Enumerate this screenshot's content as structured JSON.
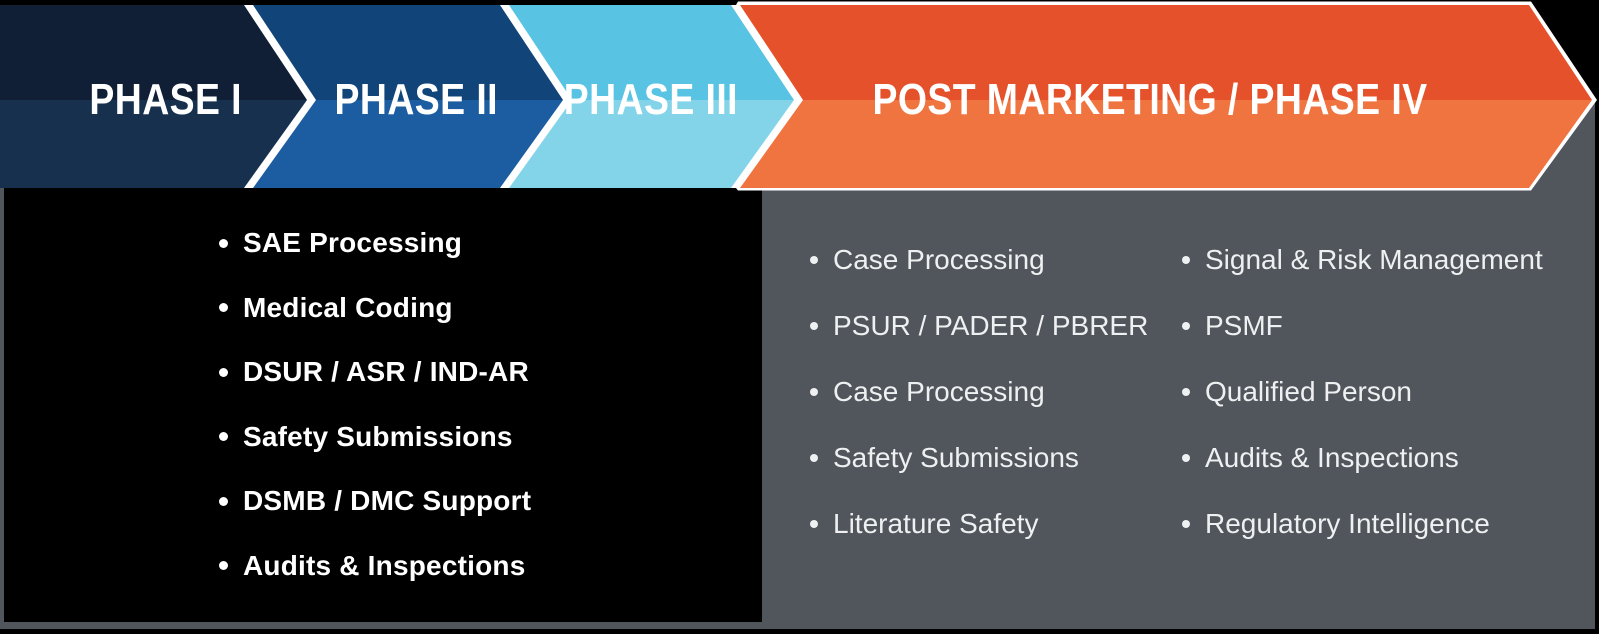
{
  "banner": {
    "border_color": "#ffffff",
    "label_color": "#ffffff",
    "phases": [
      {
        "label": "PHASE I",
        "color_top": "#101f35",
        "color_bottom": "#16304e"
      },
      {
        "label": "PHASE II",
        "color_top": "#114478",
        "color_bottom": "#1c5da1"
      },
      {
        "label": "PHASE III",
        "color_top": "#58c3e2",
        "color_bottom": "#84d4e9"
      },
      {
        "label": "POST MARKETING / PHASE IV",
        "color_top": "#e5512a",
        "color_bottom": "#f0743f"
      }
    ]
  },
  "panels": {
    "clinical": {
      "background": "#000000",
      "text_color": "#ffffff",
      "items": [
        "SAE Processing",
        "Medical Coding",
        "DSUR / ASR / IND-AR",
        "Safety Submissions",
        "DSMB / DMC Support",
        "Audits & Inspections"
      ]
    },
    "post_marketing": {
      "background": "#50565c",
      "text_color": "#eef0f1",
      "columns": [
        [
          "Case Processing",
          "PSUR / PADER / PBRER",
          "Case Processing",
          "Safety Submissions",
          "Literature Safety"
        ],
        [
          "Signal & Risk Management",
          "PSMF",
          "Qualified Person",
          "Audits & Inspections",
          "Regulatory Intelligence"
        ]
      ]
    }
  }
}
